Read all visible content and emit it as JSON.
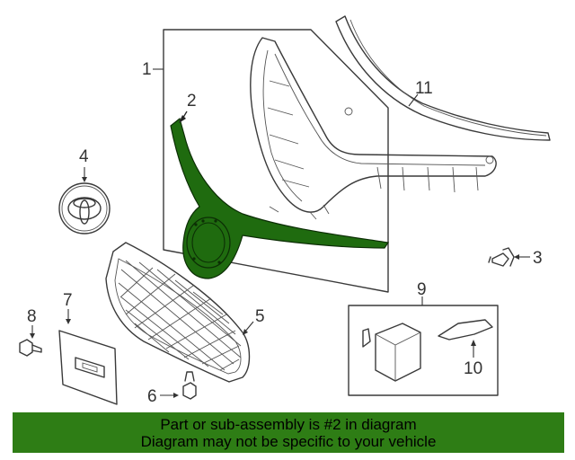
{
  "diagram": {
    "highlight_color": "#1f6b0f",
    "line_color": "#3a3a3a",
    "callouts": [
      {
        "id": "1",
        "label": "1"
      },
      {
        "id": "2",
        "label": "2"
      },
      {
        "id": "3",
        "label": "3"
      },
      {
        "id": "4",
        "label": "4"
      },
      {
        "id": "5",
        "label": "5"
      },
      {
        "id": "6",
        "label": "6"
      },
      {
        "id": "7",
        "label": "7"
      },
      {
        "id": "8",
        "label": "8"
      },
      {
        "id": "9",
        "label": "9"
      },
      {
        "id": "10",
        "label": "10"
      },
      {
        "id": "11",
        "label": "11"
      }
    ]
  },
  "banner": {
    "color": "#2e7d15",
    "line1": "Part or sub-assembly is #2 in diagram",
    "line2": "Diagram may not be specific to your vehicle"
  }
}
